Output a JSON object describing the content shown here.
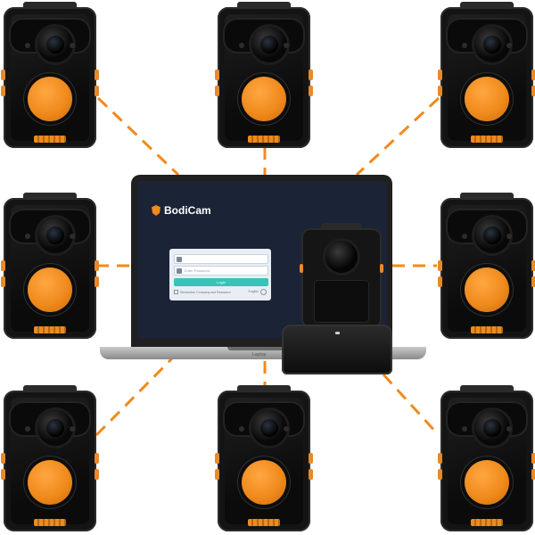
{
  "app": {
    "name": "BodiCam",
    "login": {
      "username_placeholder": "",
      "password_placeholder": "Enter Password",
      "login_button": "Login",
      "remember_label": "Remember Company and Password",
      "language": "English"
    },
    "laptop_brand": "Laptop"
  },
  "devices": {
    "camera_count": 8,
    "docked_camera_count": 1,
    "connector_color": "#f08a1c"
  },
  "colors": {
    "accent_orange": "#f08a1c",
    "screen_bg": "#1a2436",
    "login_button": "#37c4b8",
    "camera_body": "#141414"
  }
}
